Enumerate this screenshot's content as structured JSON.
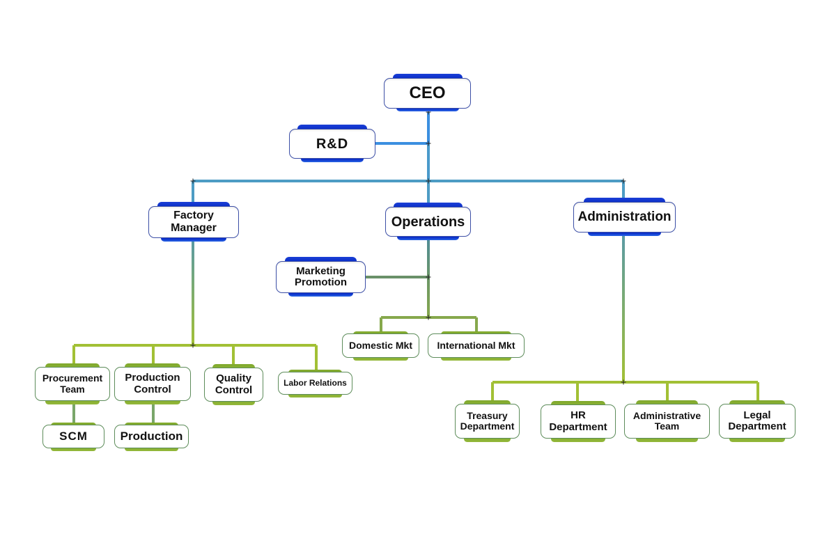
{
  "diagram": {
    "type": "org-chart",
    "nodes": {
      "ceo": {
        "label": "CEO",
        "style": "blue"
      },
      "rnd": {
        "label": "R&D",
        "style": "blue"
      },
      "factory_manager": {
        "label": "Factory\nManager",
        "style": "blue"
      },
      "operations": {
        "label": "Operations",
        "style": "blue"
      },
      "administration": {
        "label": "Administration",
        "style": "blue"
      },
      "marketing_promotion": {
        "label": "Marketing\nPromotion",
        "style": "blue"
      },
      "domestic_mkt": {
        "label": "Domestic Mkt",
        "style": "green"
      },
      "international_mkt": {
        "label": "International Mkt",
        "style": "green"
      },
      "procurement_team": {
        "label": "Procurement\nTeam",
        "style": "green"
      },
      "production_control": {
        "label": "Production\nControl",
        "style": "green"
      },
      "quality_control": {
        "label": "Quality\nControl",
        "style": "green"
      },
      "labor_relations": {
        "label": "Labor Relations",
        "style": "green"
      },
      "scm": {
        "label": "SCM",
        "style": "green"
      },
      "production": {
        "label": "Production",
        "style": "green"
      },
      "treasury_department": {
        "label": "Treasury\nDepartment",
        "style": "green"
      },
      "hr_department": {
        "label": "HR\nDepartment",
        "style": "green"
      },
      "administrative_team": {
        "label": "Administrative\nTeam",
        "style": "green"
      },
      "legal_department": {
        "label": "Legal\nDepartment",
        "style": "green"
      }
    },
    "edges": [
      [
        "ceo",
        "rnd"
      ],
      [
        "ceo",
        "factory_manager"
      ],
      [
        "ceo",
        "operations"
      ],
      [
        "ceo",
        "administration"
      ],
      [
        "factory_manager",
        "procurement_team"
      ],
      [
        "factory_manager",
        "production_control"
      ],
      [
        "factory_manager",
        "quality_control"
      ],
      [
        "factory_manager",
        "labor_relations"
      ],
      [
        "procurement_team",
        "scm"
      ],
      [
        "production_control",
        "production"
      ],
      [
        "operations",
        "marketing_promotion"
      ],
      [
        "operations",
        "domestic_mkt"
      ],
      [
        "operations",
        "international_mkt"
      ],
      [
        "administration",
        "treasury_department"
      ],
      [
        "administration",
        "hr_department"
      ],
      [
        "administration",
        "administrative_team"
      ],
      [
        "administration",
        "legal_department"
      ]
    ],
    "colors": {
      "executive_tab": "#0a2ec8",
      "department_tab": "#8ab034",
      "connector_top": "#3d8fd8",
      "connector_mid": "#4b9bc4",
      "connector_bottom": "#a2c035"
    }
  }
}
